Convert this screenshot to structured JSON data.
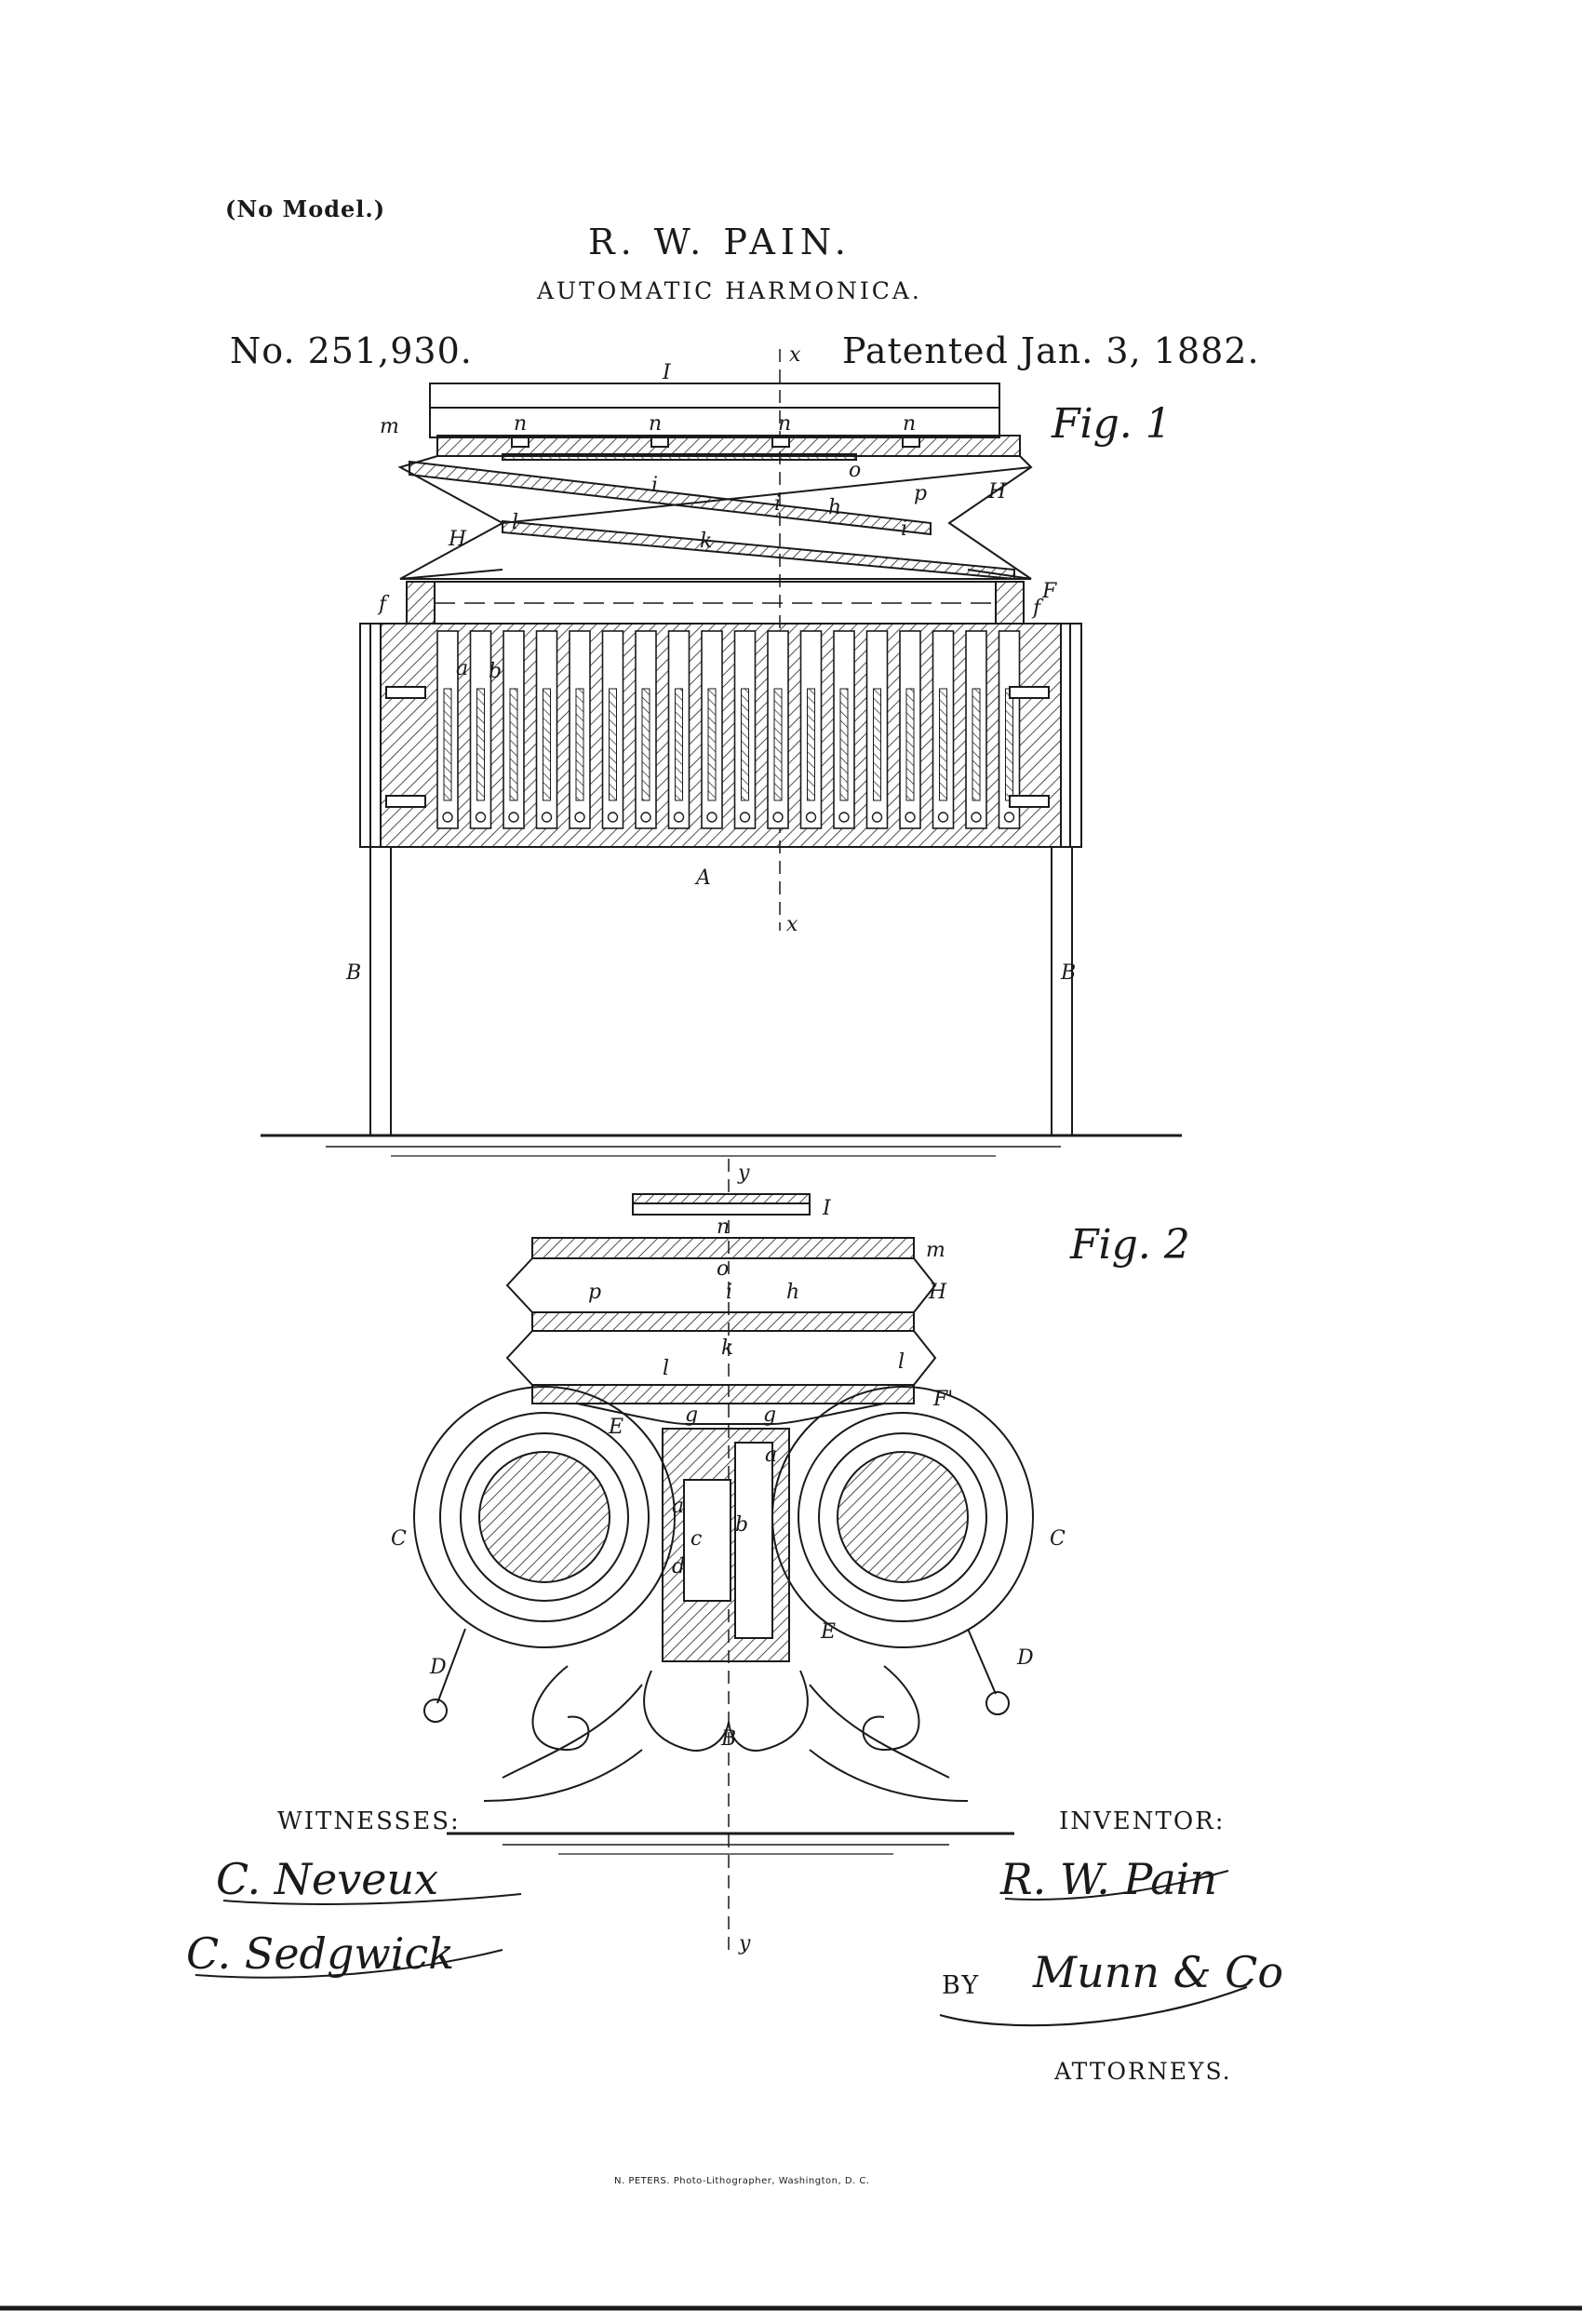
{
  "header": {
    "no_model": "(No Model.)",
    "inventor": "R. W. PAIN.",
    "title": "AUTOMATIC HARMONICA.",
    "patent_number": "No. 251,930.",
    "patent_date": "Patented Jan. 3, 1882."
  },
  "figures": {
    "fig1": "Fig. 1",
    "fig2": "Fig. 2"
  },
  "reference_letters": {
    "fig1": [
      "I",
      "x",
      "m",
      "n",
      "n",
      "n",
      "n",
      "o",
      "H",
      "p",
      "i",
      "i",
      "h",
      "i",
      "H",
      "l",
      "k",
      "F",
      "f",
      "f",
      "a",
      "b",
      "A",
      "x",
      "B",
      "B"
    ],
    "fig2": [
      "y",
      "I",
      "n",
      "m",
      "o",
      "p",
      "i",
      "h",
      "H",
      "k",
      "l",
      "l",
      "F'",
      "g",
      "g",
      "E",
      "a",
      "a",
      "c",
      "b",
      "d",
      "C",
      "C",
      "D",
      "D",
      "E",
      "B",
      "y"
    ]
  },
  "footer": {
    "witnesses_label": "WITNESSES:",
    "witness_1": "C. Neveux",
    "witness_2": "C. Sedgwick",
    "inventor_label": "INVENTOR:",
    "inventor_signature": "R. W. Pain",
    "by_label": "BY",
    "attorneys_signature": "Munn & Co",
    "attorneys_label": "ATTORNEYS.",
    "printer_credit": "N. PETERS. Photo-Lithographer, Washington, D. C."
  }
}
